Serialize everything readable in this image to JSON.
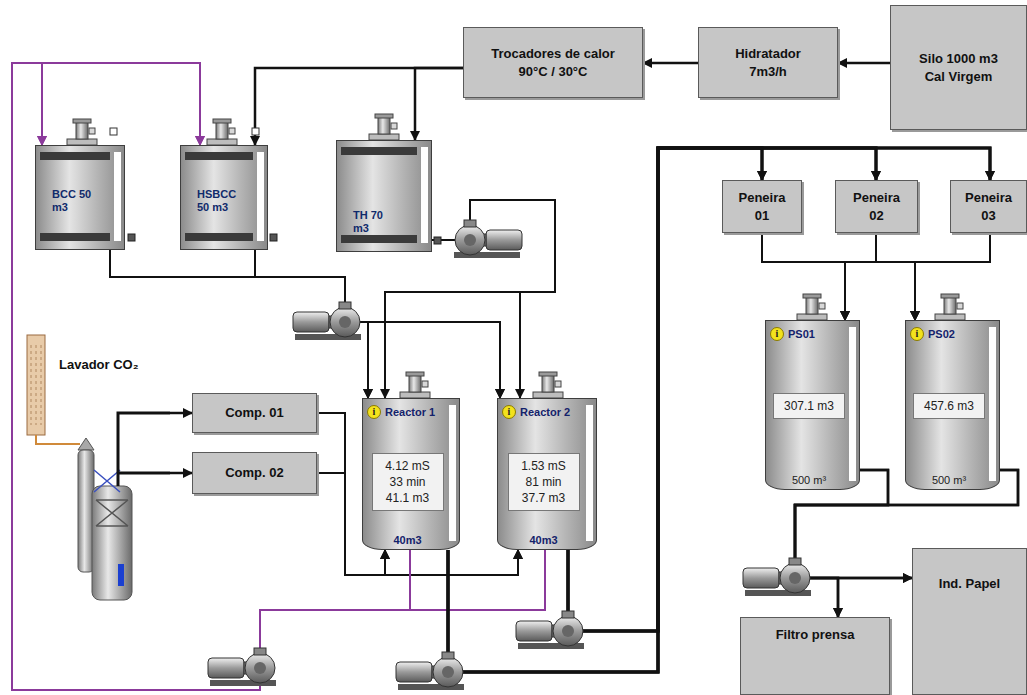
{
  "diagram": {
    "nodes": [
      {
        "text": [
          "Silo 1000 m3",
          "Cal Virgem"
        ]
      },
      {
        "text": [
          "Hidratador",
          "7m3/h"
        ]
      },
      {
        "text": [
          "Trocadores de calor",
          "90°C / 30°C"
        ]
      },
      {
        "text": [
          "BCC 50 m3"
        ]
      },
      {
        "text": [
          "HSBCC 50 m3"
        ]
      },
      {
        "text": [
          "TH 70 m3"
        ]
      },
      {
        "text": [
          "Lavador CO₂"
        ]
      },
      {
        "text": [
          "Comp. 01"
        ]
      },
      {
        "text": [
          "Comp. 02"
        ]
      },
      {
        "text": [
          "i",
          "Reactor 1",
          "4.12 mS",
          "33 min",
          "41.1 m3",
          "40m3"
        ]
      },
      {
        "text": [
          "i",
          "Reactor 2",
          "1.53 mS",
          "81 min",
          "37.7 m3",
          "40m3"
        ]
      },
      {
        "text": [
          "Peneira 01"
        ]
      },
      {
        "text": [
          "Peneira 02"
        ]
      },
      {
        "text": [
          "Peneira 03"
        ]
      },
      {
        "text": [
          "i",
          "PS01",
          "307.1 m3",
          "500 m³"
        ]
      },
      {
        "text": [
          "i",
          "PS02",
          "457.6 m3",
          "500 m³"
        ]
      },
      {
        "text": [
          "Ind. Papel"
        ]
      },
      {
        "text": [
          "Filtro prensa"
        ]
      }
    ],
    "edges": [
      {
        "from": 0,
        "to": 1,
        "arrow": "to"
      },
      {
        "from": 1,
        "to": 2,
        "arrow": "to"
      },
      {
        "from": 2,
        "to": 4,
        "arrow": "to"
      },
      {
        "from": 2,
        "to": 5,
        "arrow": "to"
      },
      {
        "from": 3,
        "to": 9,
        "arrow": "to"
      },
      {
        "from": 3,
        "to": 10,
        "arrow": "to"
      },
      {
        "from": 4,
        "to": 9,
        "arrow": "to"
      },
      {
        "from": 4,
        "to": 10,
        "arrow": "to"
      },
      {
        "from": 5,
        "to": 9,
        "arrow": "to"
      },
      {
        "from": 5,
        "to": 10,
        "arrow": "to"
      },
      {
        "from": 6,
        "to": 7,
        "arrow": "to"
      },
      {
        "from": 6,
        "to": 8,
        "arrow": "to"
      },
      {
        "from": 7,
        "to": 9,
        "arrow": "to"
      },
      {
        "from": 7,
        "to": 10,
        "arrow": "to"
      },
      {
        "from": 8,
        "to": 9,
        "arrow": "to"
      },
      {
        "from": 8,
        "to": 10,
        "arrow": "to"
      },
      {
        "from": 9,
        "to": 3,
        "arrow": "to"
      },
      {
        "from": 9,
        "to": 4,
        "arrow": "to"
      },
      {
        "from": 10,
        "to": 3,
        "arrow": "to"
      },
      {
        "from": 10,
        "to": 4,
        "arrow": "to"
      },
      {
        "from": 9,
        "to": 11,
        "arrow": "to"
      },
      {
        "from": 9,
        "to": 12,
        "arrow": "to"
      },
      {
        "from": 9,
        "to": 13,
        "arrow": "to"
      },
      {
        "from": 10,
        "to": 11,
        "arrow": "to"
      },
      {
        "from": 10,
        "to": 12,
        "arrow": "to"
      },
      {
        "from": 10,
        "to": 13,
        "arrow": "to"
      },
      {
        "from": 11,
        "to": 14,
        "arrow": "to"
      },
      {
        "from": 11,
        "to": 15,
        "arrow": "to"
      },
      {
        "from": 12,
        "to": 14,
        "arrow": "to"
      },
      {
        "from": 12,
        "to": 15,
        "arrow": "to"
      },
      {
        "from": 13,
        "to": 14,
        "arrow": "to"
      },
      {
        "from": 13,
        "to": 15,
        "arrow": "to"
      },
      {
        "from": 14,
        "to": 16,
        "arrow": "to"
      },
      {
        "from": 14,
        "to": 17,
        "arrow": "to"
      },
      {
        "from": 15,
        "to": 16,
        "arrow": "to"
      },
      {
        "from": 15,
        "to": 17,
        "arrow": "to"
      }
    ]
  }
}
